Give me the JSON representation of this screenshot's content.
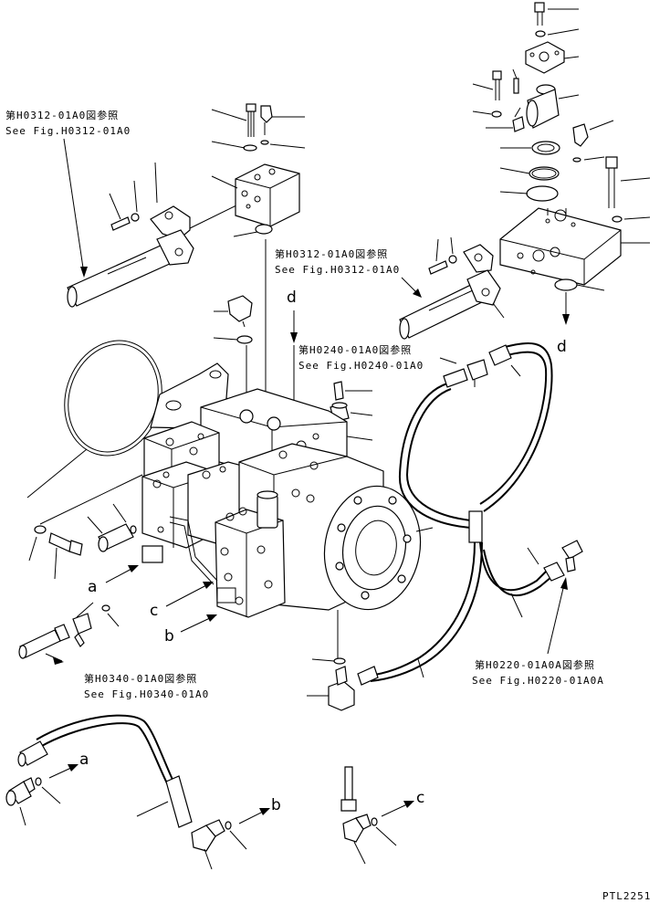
{
  "refs": {
    "top_left_jp": "第H0312-01A0図参照",
    "top_left_en": "See Fig.H0312-01A0",
    "mid_right_jp": "第H0312-01A0図参照",
    "mid_right_en": "See Fig.H0312-01A0",
    "center_jp": "第H0240-01A0図参照",
    "center_en": "See Fig.H0240-01A0",
    "bottom_left_jp": "第H0340-01A0図参照",
    "bottom_left_en": "See Fig.H0340-01A0",
    "bottom_right_jp": "第H0220-01A0A図参照",
    "bottom_right_en": "See Fig.H0220-01A0A"
  },
  "letters": {
    "d_top": "d",
    "d_right": "d",
    "a_mid": "a",
    "c_mid": "c",
    "b_mid": "b",
    "a_low": "a",
    "b_low": "b",
    "c_low": "c"
  },
  "drawing_code": "PTL2251"
}
